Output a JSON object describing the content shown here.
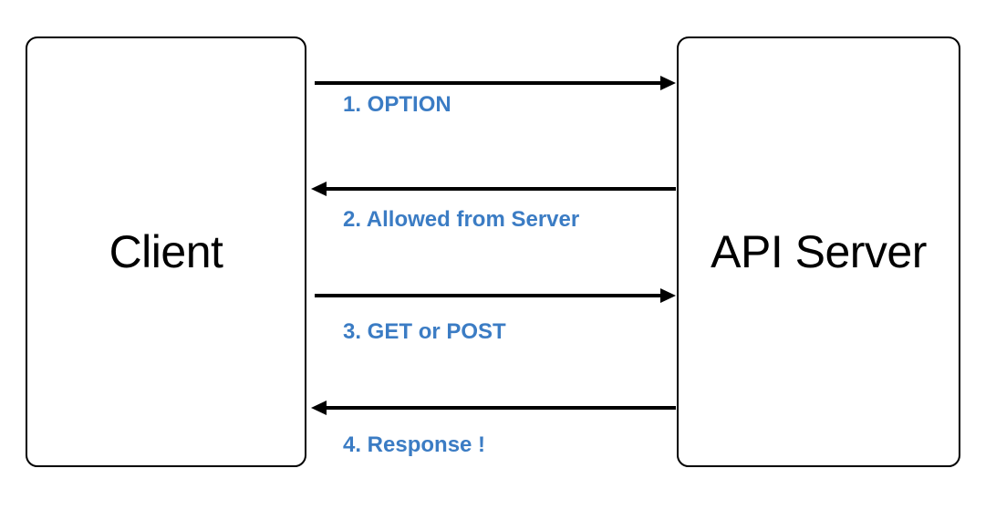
{
  "diagram": {
    "title": "Client to API Server CORS preflight sequence",
    "background_color": "#ffffff",
    "line_color": "#000000",
    "label_color": "#3b7cc4",
    "nodes": [
      {
        "id": "client",
        "label": "Client"
      },
      {
        "id": "server",
        "label": "API Server"
      }
    ],
    "messages": [
      {
        "step": "1",
        "label": "1. OPTION",
        "from": "client",
        "to": "server",
        "direction": "right"
      },
      {
        "step": "2",
        "label": "2. Allowed from Server",
        "from": "server",
        "to": "client",
        "direction": "left"
      },
      {
        "step": "3",
        "label": "3. GET or POST",
        "from": "client",
        "to": "server",
        "direction": "right"
      },
      {
        "step": "4",
        "label": "4. Response !",
        "from": "server",
        "to": "client",
        "direction": "left"
      }
    ]
  }
}
